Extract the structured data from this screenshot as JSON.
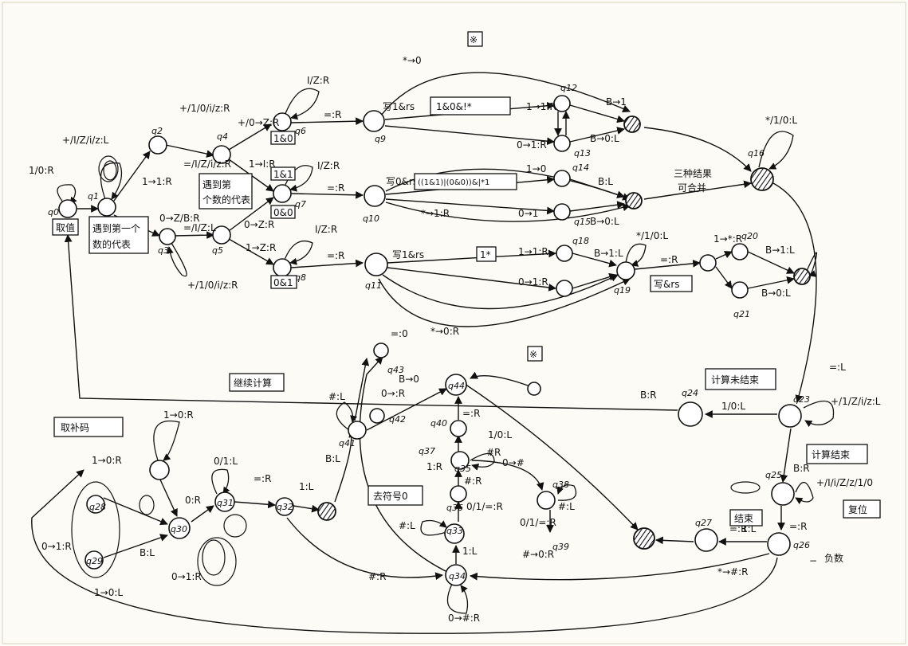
{
  "diagram": {
    "states": [
      {
        "id": "q0",
        "label": "q0"
      },
      {
        "id": "q1",
        "label": "q1"
      },
      {
        "id": "q2",
        "label": "q2"
      },
      {
        "id": "q3",
        "label": "q3"
      },
      {
        "id": "q4",
        "label": "q4"
      },
      {
        "id": "q5",
        "label": "q5"
      },
      {
        "id": "q6",
        "label": "q6"
      },
      {
        "id": "q7",
        "label": "q7"
      },
      {
        "id": "q8",
        "label": "q8"
      },
      {
        "id": "q9",
        "label": "q9"
      },
      {
        "id": "q10",
        "label": "q10"
      },
      {
        "id": "q11",
        "label": "q11"
      },
      {
        "id": "q12",
        "label": "q12"
      },
      {
        "id": "q13",
        "label": "q13"
      },
      {
        "id": "q14",
        "label": "q14"
      },
      {
        "id": "q15",
        "label": "q15"
      },
      {
        "id": "q16",
        "label": "q16"
      },
      {
        "id": "q18",
        "label": "q18"
      },
      {
        "id": "q19",
        "label": "q19"
      },
      {
        "id": "q20",
        "label": "q20"
      },
      {
        "id": "q21",
        "label": "q21"
      },
      {
        "id": "q23",
        "label": "q23"
      },
      {
        "id": "q24",
        "label": "q24"
      },
      {
        "id": "q25",
        "label": "q25"
      },
      {
        "id": "q26",
        "label": "q26"
      },
      {
        "id": "q27",
        "label": "q27"
      },
      {
        "id": "q28",
        "label": "q28"
      },
      {
        "id": "q29",
        "label": "q29"
      },
      {
        "id": "q30",
        "label": "q30"
      },
      {
        "id": "q31",
        "label": "q31"
      },
      {
        "id": "q32",
        "label": "q32"
      },
      {
        "id": "q33",
        "label": "q33"
      },
      {
        "id": "q34",
        "label": "q34"
      },
      {
        "id": "q35",
        "label": "q35"
      },
      {
        "id": "q36",
        "label": "q36"
      },
      {
        "id": "q37",
        "label": "q37"
      },
      {
        "id": "q38",
        "label": "q38"
      },
      {
        "id": "q39",
        "label": "q39"
      },
      {
        "id": "q40",
        "label": "q40"
      },
      {
        "id": "q41",
        "label": "q41"
      },
      {
        "id": "q42",
        "label": "q42"
      },
      {
        "id": "q43",
        "label": "q43"
      }
    ],
    "edge_labels": {
      "q0_loop": "1/0:R",
      "q1_loop": "+/I/Z/i/z:L",
      "q1_q2": "1→1:R",
      "q1_q3": "0→Z/B:R",
      "q2_q4": "=/I/Z/i/z:R",
      "q2_top": "+/1/0/i/z:R",
      "q3_q5": "=/I/Z:L",
      "q3_loop": "+/1/0/i/z:R",
      "q4_q6": "+/0→Z:R",
      "q4_q7": "1→I:R",
      "q5_q7": "0→Z:R",
      "q5_q8": "1→Z:R",
      "q6_loop": "I/Z:R",
      "q7_loop": "I/Z:R",
      "q8_loop": "I/Z:R",
      "q6_q9": "=:R",
      "q7_q10": "=:R",
      "q8_q11": "=:R",
      "star_arc": "*→0",
      "q9_bits": "1→1:R",
      "q9_low": "0→1:R",
      "q12_B": "B→1",
      "q13_B": "B→0:L",
      "q10_star": "*→1:R",
      "q10_bits": "1→0",
      "q10_low": "0→1",
      "q14_B": "B:L",
      "q15_B": "B→0:L",
      "q11_bits": "1→1:R",
      "q11_low": "0→1:R",
      "q18_B": "B→1:L",
      "q17_loop": "*/1/0:L",
      "q11_star": "*→0:R",
      "q17_q19": "=:R",
      "q19_bits": "1→*:R",
      "q20_B": "B→1:L",
      "q21_B": "B→0:L",
      "q16_loop": "*/1/0:L",
      "q16_q23": "=:L",
      "q23_loop": "+/1/Z/i/z:L",
      "q23_q24": "1/0:L",
      "q24_back": "B:R",
      "q23_q25": "B:R",
      "q25_loop": "+/I/i/Z/z/1/0",
      "q25_q26": "=:R",
      "q26_q27": "=:R",
      "q27_stop": "1:L",
      "q26_q34": "*→#:R",
      "q26_neg": "−",
      "q29_loop": "1→0:R",
      "q29_q30": "B:L",
      "q30_q31": "0→1:R",
      "q30_q31b": "0:R",
      "q31_loop": "0/1:L",
      "q31_q32": "=:R",
      "q32_q33": "1:L",
      "q30_loop": "1→0:L",
      "q28_loop": "1→0:R",
      "q28_0": "0→1:R",
      "q33_q34": "#:R",
      "q34_loop": "0→#:R",
      "q34_q35": "1:L",
      "q35_loop": "#:L",
      "q35_q36": "0/1/=:R",
      "q36_q37": "#:R",
      "q37_q38": "0→#",
      "q37_1": "1:R",
      "q37_q40": "#R",
      "q38_loop": "#:L",
      "q38_q39": "0/1/=:R",
      "q39_lbl": "#→0:R",
      "q40_q42": "=:R",
      "q40_lbl": "1/0:L",
      "q41_loop": "#:L",
      "q41_B": "B:L",
      "q41_q43": "=:0",
      "q41_q42": "B→0",
      "q42_q44": "0→:R",
      "q44_lbl": "q44"
    },
    "annotations": {
      "qudiao": "取值",
      "yudao_1": "遇到第一个",
      "yudao_2": "数的代表",
      "yudao_3": "遇到第",
      "yudao_4": "个数的代表",
      "box_10": "1&0",
      "box_11": "1&1",
      "box_00": "0&0",
      "box_01": "0&1",
      "write_q9": "写1&rs",
      "box_expr1": "1&0&!*",
      "write_q10": "写0&rs",
      "box_expr2": "((1&1)|(0&0))&|*1",
      "write_q11": "写1&rs",
      "box_star1": "1*",
      "box_star_top": "※",
      "box_star_mid": "※",
      "write_q17": "写&rs",
      "three_1": "三种结果",
      "three_2": "可合并",
      "lianxu": "继续计算",
      "jisuan_wei": "计算未结束",
      "jisuan_jie": "计算结束",
      "fuwei": "复位",
      "jieshu": "结束",
      "qubuma": "取补码",
      "qufuhao": "去符号0",
      "fushu": "负数"
    }
  }
}
